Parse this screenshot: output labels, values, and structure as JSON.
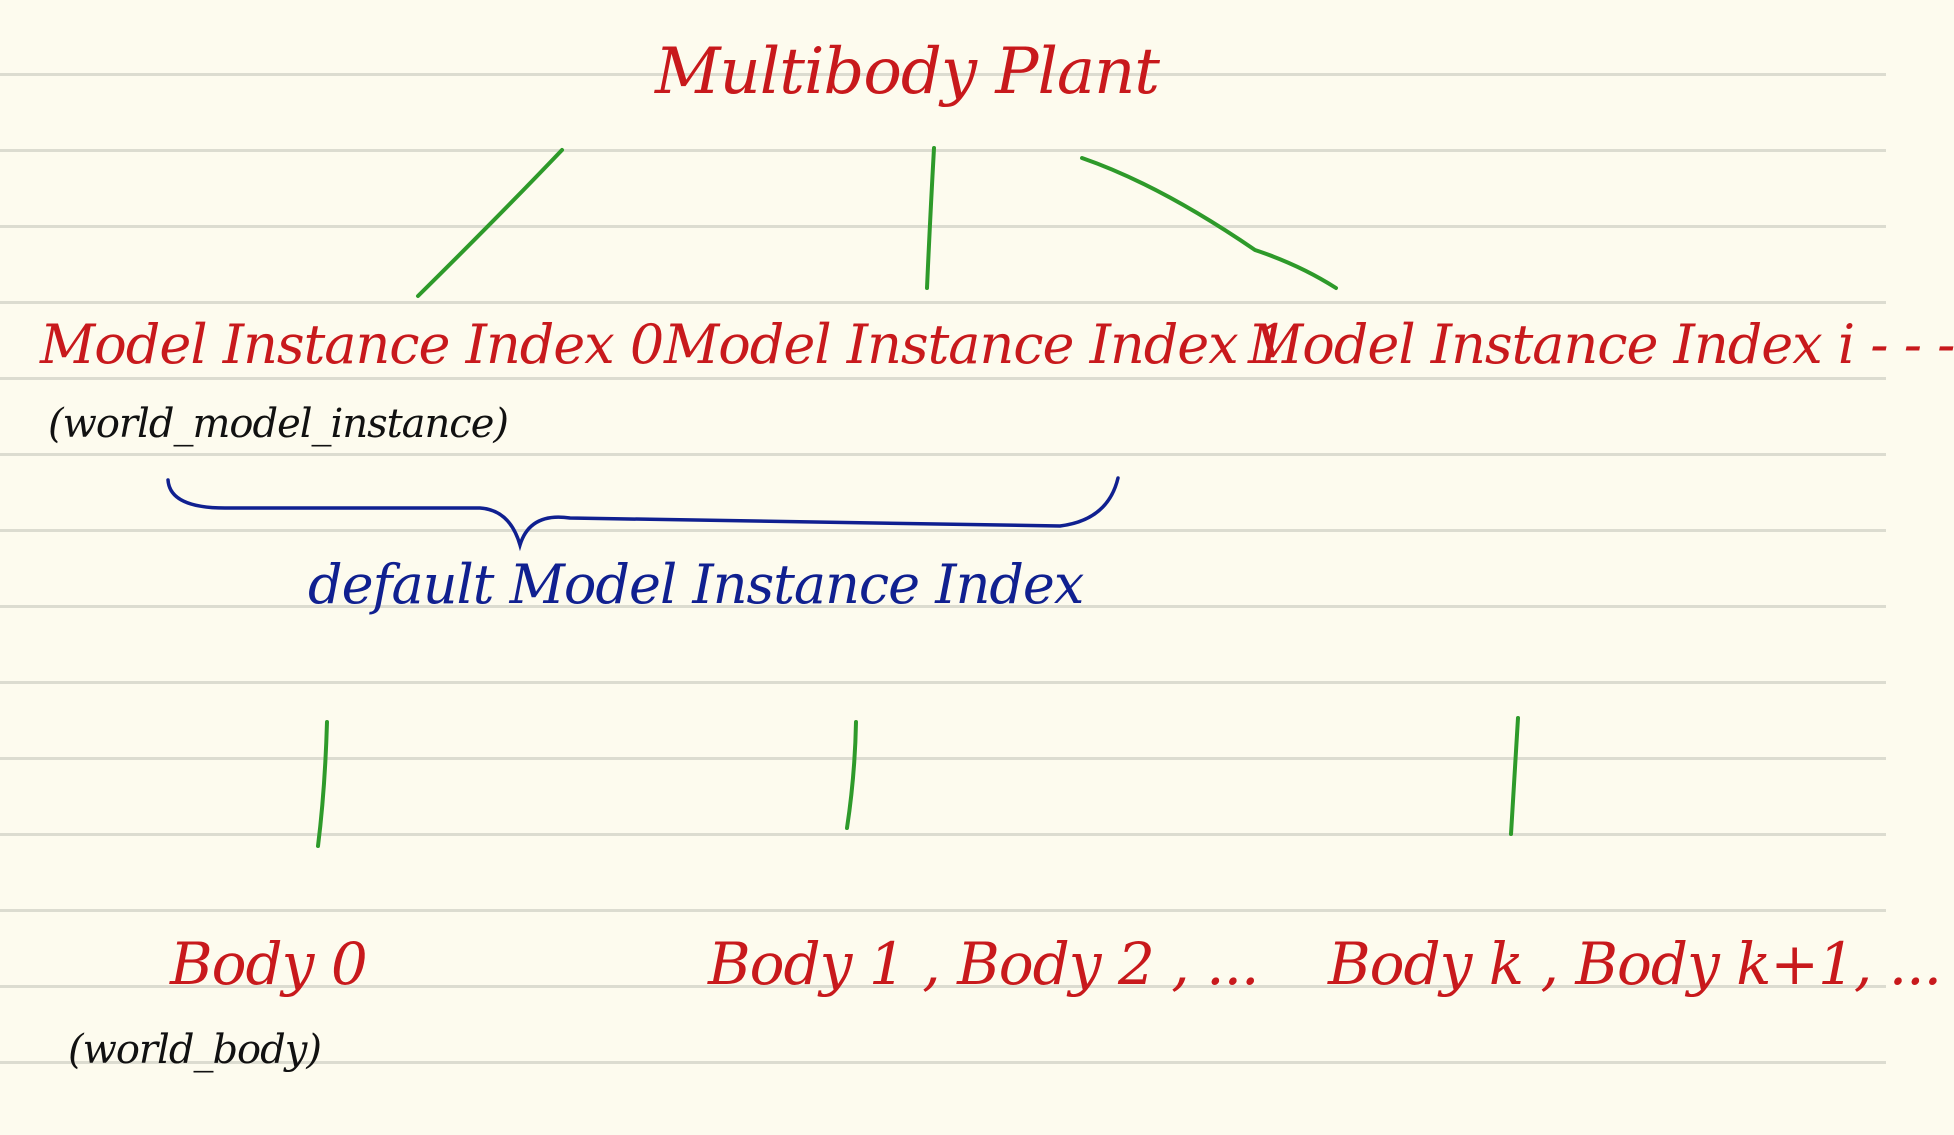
{
  "root": {
    "label": "Multibody Plant"
  },
  "instances": [
    {
      "label": "Model Instance Index 0",
      "sublabel": "(world_model_instance)"
    },
    {
      "label": "Model Instance Index 1"
    },
    {
      "label": "Model Instance Index i  - - -"
    }
  ],
  "brace": {
    "label": "default  Model Instance Index"
  },
  "bodies": [
    {
      "label": "Body 0",
      "sublabel": "(world_body)"
    },
    {
      "label": "Body 1 , Body 2 , ..."
    },
    {
      "label": "Body k , Body k+1, ..."
    }
  ],
  "colors": {
    "paper": "#fdfbee",
    "rule_lines": "#dcdcd0",
    "text_red": "#c8191c",
    "text_blue": "#102090",
    "text_black": "#111111",
    "connector_green": "#2e9a2a",
    "brace_blue": "#102090"
  }
}
